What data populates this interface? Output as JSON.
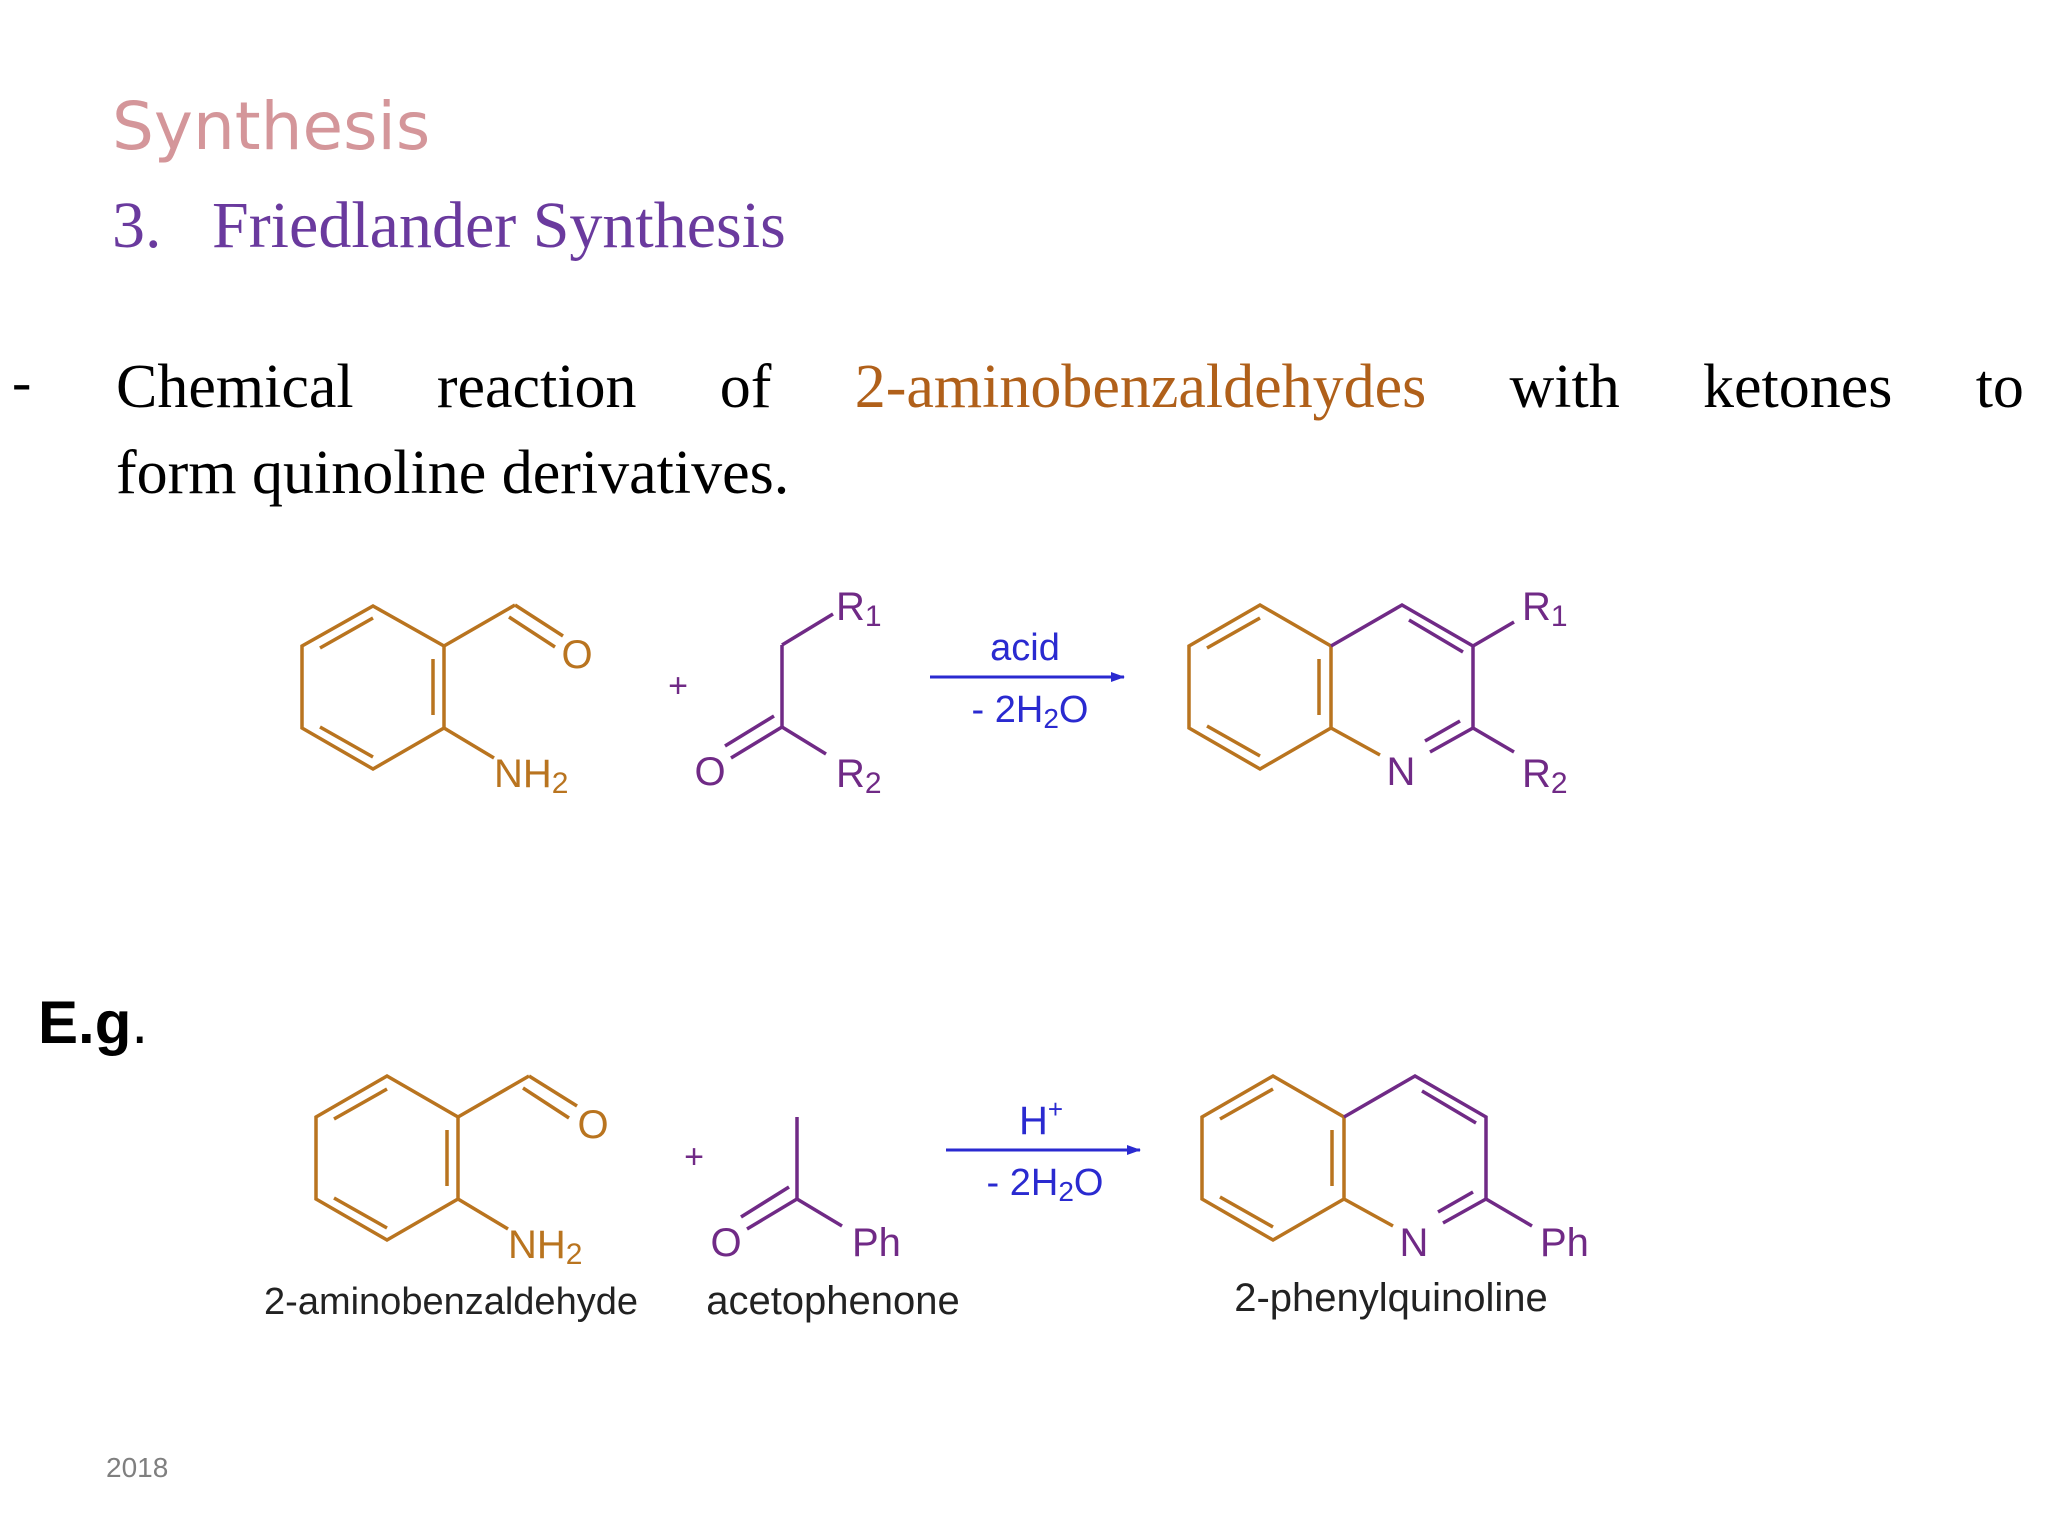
{
  "colors": {
    "title": "#d4969a",
    "subtitle": "#6a3a9e",
    "highlight": "#b0601a",
    "reactant": "#b9741f",
    "ketone": "#702a86",
    "arrow": "#2a2ad0",
    "footer": "#7f7f7f"
  },
  "slide": {
    "title": "Synthesis",
    "subtitle_number": "3.",
    "subtitle_text": "Friedlander Synthesis",
    "bullet": "-",
    "para": {
      "w1": "Chemical",
      "w2": "reaction",
      "w3": "of",
      "w4": "2-aminobenzaldehydes",
      "w5": "with",
      "w6": "ketones",
      "w7": "to",
      "line2": "form quinoline derivatives."
    },
    "eg_label": "E.g",
    "eg_dot": ".",
    "footer": "2018"
  },
  "scheme1": {
    "o_label": "O",
    "nh2_label": "NH",
    "nh2_sub": "2",
    "plus": "+",
    "ketone_r1": "R",
    "ketone_r1_sub": "1",
    "ketone_r2": "R",
    "ketone_r2_sub": "2",
    "ketone_o": "O",
    "arrow_top": "acid",
    "arrow_bottom_pre": "- 2H",
    "arrow_bottom_sub": "2",
    "arrow_bottom_post": "O",
    "product_n": "N",
    "product_r1": "R",
    "product_r1_sub": "1",
    "product_r2": "R",
    "product_r2_sub": "2"
  },
  "scheme2": {
    "o_label": "O",
    "nh2_label": "NH",
    "nh2_sub": "2",
    "plus": "+",
    "ketone_o": "O",
    "ketone_ph": "Ph",
    "arrow_top": "H",
    "arrow_top_sup": "+",
    "arrow_bottom_pre": "- 2H",
    "arrow_bottom_sub": "2",
    "arrow_bottom_post": "O",
    "product_n": "N",
    "product_ph": "Ph",
    "caption_reactant": "2-aminobenzaldehyde",
    "caption_ketone": "acetophenone",
    "caption_product": "2-phenylquinoline"
  }
}
